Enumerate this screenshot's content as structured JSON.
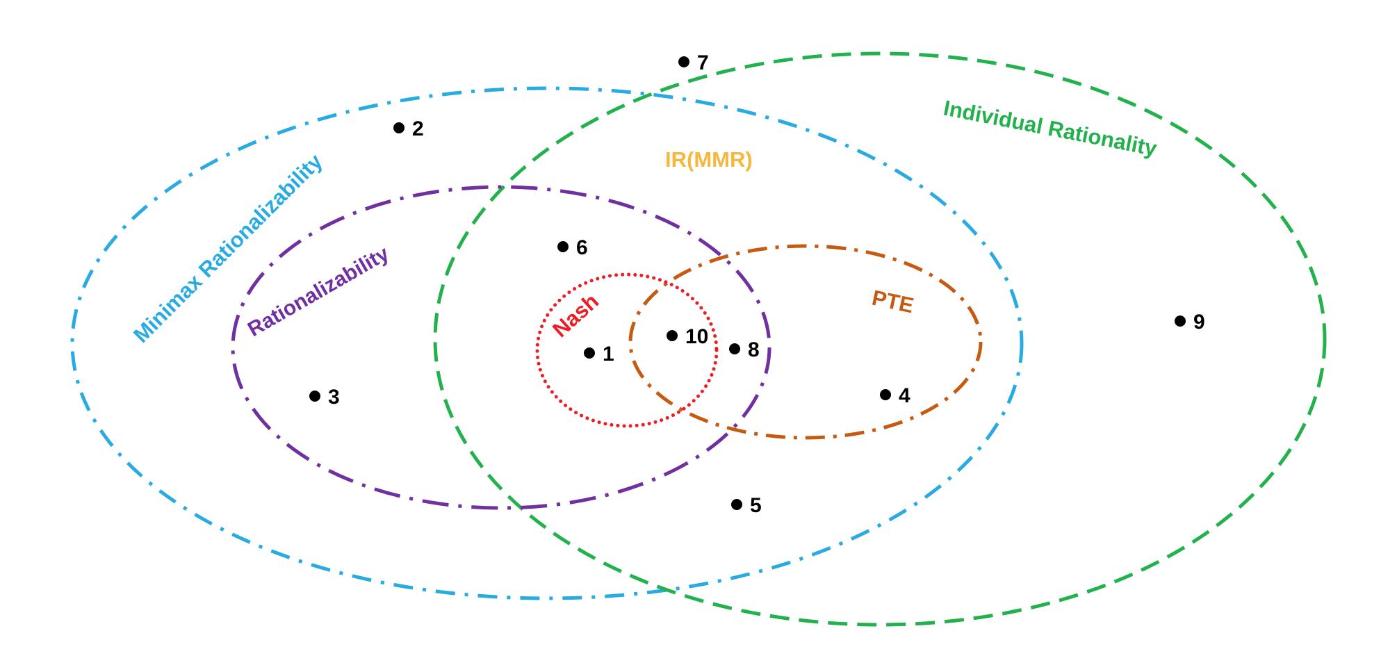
{
  "colors": {
    "minimax": "#29abe2",
    "rationalizability": "#7030a0",
    "individual_rationality": "#22b14c",
    "ir_mmr": "#f5b83d",
    "pte": "#c55a11",
    "nash": "#ee1c24",
    "point": "#000000"
  },
  "sets": {
    "minimax": {
      "label": "Minimax Rationalizability",
      "line_style": "dash-dot"
    },
    "rationalizability": {
      "label": "Rationalizability",
      "line_style": "dash-dot"
    },
    "individual_rationality": {
      "label": "Individual Rationality",
      "line_style": "dashed"
    },
    "ir_mmr": {
      "label": "IR(MMR)"
    },
    "pte": {
      "label": "PTE",
      "line_style": "dash-dot"
    },
    "nash": {
      "label": "Nash",
      "line_style": "dotted"
    }
  },
  "points": [
    {
      "id": "p1",
      "label": "1"
    },
    {
      "id": "p2",
      "label": "2"
    },
    {
      "id": "p3",
      "label": "3"
    },
    {
      "id": "p4",
      "label": "4"
    },
    {
      "id": "p5",
      "label": "5"
    },
    {
      "id": "p6",
      "label": "6"
    },
    {
      "id": "p7",
      "label": "7"
    },
    {
      "id": "p8",
      "label": "8"
    },
    {
      "id": "p9",
      "label": "9"
    },
    {
      "id": "p10",
      "label": "10"
    }
  ]
}
